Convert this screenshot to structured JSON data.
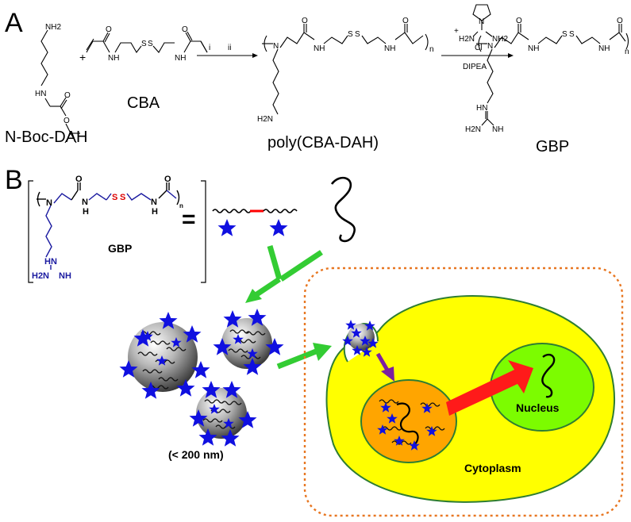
{
  "panel_a": {
    "letter": "A",
    "reagents": {
      "i": "i",
      "ii": "ii",
      "plus": "+",
      "base": "DIPEA",
      "cation": "+",
      "chloride": "Cl",
      "chloride_charge": "-"
    },
    "atoms": {
      "nh2": "NH2",
      "nh": "NH",
      "hn": "HN",
      "n": "N",
      "o": "O",
      "s": "S",
      "h2n": "H2N",
      "n_repeat": "n"
    },
    "compounds": {
      "boc_dah": "N-Boc-DAH",
      "cba": "CBA",
      "poly": "poly(CBA-DAH)",
      "gbp": "GBP"
    }
  },
  "panel_b": {
    "letter": "B",
    "gbp_label": "GBP",
    "equals": "=",
    "size_label": "(< 200 nm)",
    "nucleus_label": "Nucleus",
    "cytoplasm_label": "Cytoplasm",
    "atoms": {
      "n": "N",
      "h": "H",
      "o": "O",
      "s": "S",
      "hn": "HN",
      "h2n": "H2N",
      "nh": "NH",
      "repeat": "n"
    }
  },
  "colors": {
    "cytoplasm": "#ffff00",
    "nucleus": "#7cfc00",
    "endosome": "#ffa500",
    "dashed_border": "#e87722",
    "arrow_green": "#33cc33",
    "arrow_red": "#ff1a1a",
    "arrow_purple": "#7b1fa2",
    "star_blue": "#1010e0",
    "disulfide_red": "#dd0000"
  }
}
